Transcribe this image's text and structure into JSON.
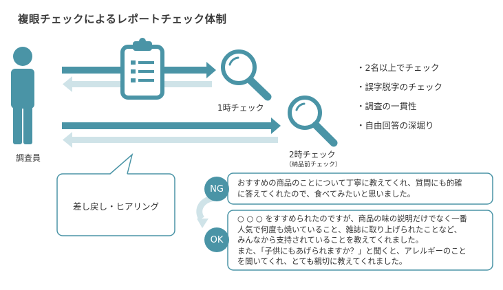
{
  "title": "複眼チェックによるレポートチェック体制",
  "colors": {
    "primary": "#4a94a6",
    "light": "#cfe3e8",
    "text": "#333333"
  },
  "person_label": "調査員",
  "check1_label": "1時チェック",
  "check2_label": "2時チェック",
  "check2_sub": "（納品前チェック）",
  "checklist": [
    "・2名以上でチェック",
    "・誤字脱字のチェック",
    "・調査の一貫性",
    "・自由回答の深堀り"
  ],
  "bubble_text": "差し戻し・ヒアリング",
  "ng": {
    "badge": "NG",
    "lines": [
      "おすすめの商品のことについて丁寧に教えてくれ、質問にも的確",
      "に答えてくれたので、食べてみたいと思いました。"
    ]
  },
  "ok": {
    "badge": "OK",
    "lines": [
      "○ ○ ○ をすすめられたのですが、商品の味の説明だけでなく一番",
      "人気で何度も焼いていること、雑誌に取り上げられたことなど、",
      "みんなから支持されていることを教えてくれました。",
      "また、「子供にもあげられますか？」と聞くと、アレルギーのこと",
      "を聞いてくれ、とても親切に教えてくれました。"
    ]
  }
}
